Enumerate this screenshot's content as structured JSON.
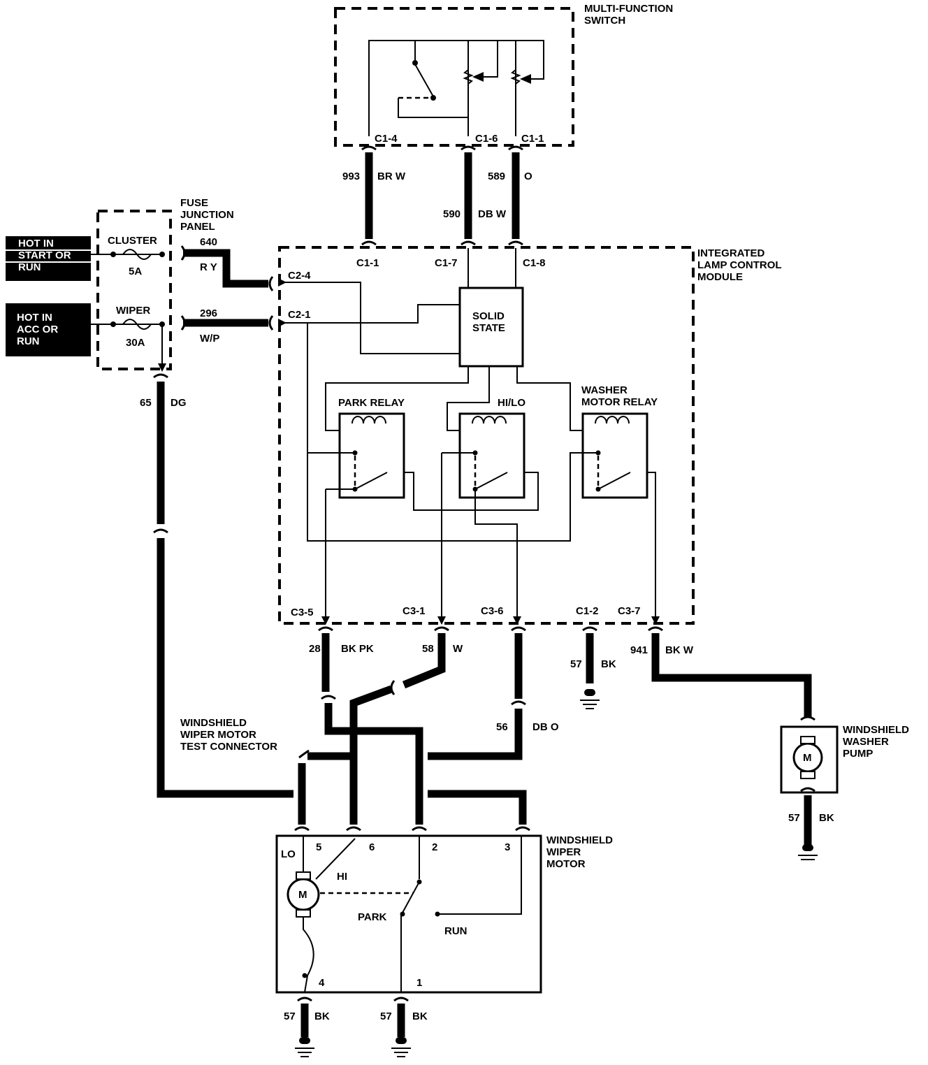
{
  "components": {
    "multifunction_switch": "MULTI-FUNCTION\nSWITCH",
    "fuse_panel": "FUSE\nJUNCTION\nPANEL",
    "lamp_module": "INTEGRATED\nLAMP CONTROL\nMODULE",
    "solid_state": "SOLID\nSTATE",
    "park_relay": "PARK RELAY",
    "hilo_relay": "HI/LO",
    "washer_relay": "WASHER\nMOTOR RELAY",
    "test_connector": "WINDSHIELD\nWIPER MOTOR\nTEST CONNECTOR",
    "wiper_motor": "WINDSHIELD\nWIPER\nMOTOR",
    "washer_pump": "WINDSHIELD\nWASHER\nPUMP",
    "motor_symbol": "M"
  },
  "power_sources": [
    {
      "label": "HOT IN\nSTART OR\nRUN"
    },
    {
      "label": "HOT IN\nACC OR\nRUN"
    }
  ],
  "fuses": [
    {
      "name": "CLUSTER",
      "rating": "5A"
    },
    {
      "name": "WIPER",
      "rating": "30A"
    }
  ],
  "connectors": {
    "sw_c1_4": "C1-4",
    "sw_c1_6": "C1-6",
    "sw_c1_1": "C1-1",
    "mod_c1_1": "C1-1",
    "mod_c1_7": "C1-7",
    "mod_c1_8": "C1-8",
    "c2_4": "C2-4",
    "c2_1": "C2-1",
    "c3_5": "C3-5",
    "c3_1": "C3-1",
    "c3_6": "C3-6",
    "c1_2": "C1-2",
    "c3_7": "C3-7"
  },
  "wires": [
    {
      "id": "993",
      "color": "BR W"
    },
    {
      "id": "590",
      "color": "DB W"
    },
    {
      "id": "589",
      "color": "O"
    },
    {
      "id": "640",
      "color": "R Y"
    },
    {
      "id": "296",
      "color": "W/P"
    },
    {
      "id": "65",
      "color": "DG"
    },
    {
      "id": "28",
      "color": "BK PK"
    },
    {
      "id": "58",
      "color": "W"
    },
    {
      "id": "56",
      "color": "DB O"
    },
    {
      "id": "57",
      "color": "BK"
    },
    {
      "id": "941",
      "color": "BK W"
    }
  ],
  "motor_terminals": {
    "lo": "LO",
    "t5": "5",
    "t6": "6",
    "t2": "2",
    "t3": "3",
    "hi": "HI",
    "park": "PARK",
    "run": "RUN",
    "t4": "4",
    "t1": "1"
  }
}
